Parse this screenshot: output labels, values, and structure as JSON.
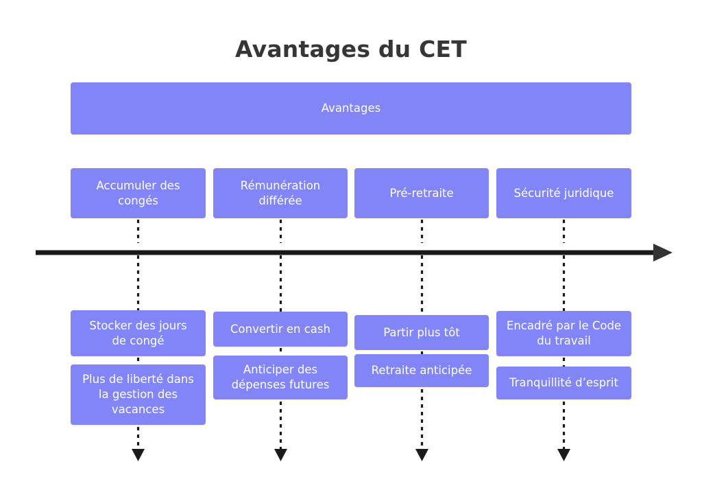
{
  "page": {
    "title": "Avantages du CET",
    "background_color": "#ffffff",
    "title_color": "#363636"
  },
  "theme": {
    "node_fill": "#8285f7",
    "node_text": "#ffffff",
    "node_shadow": "#fdf6d8",
    "line_color": "#1a1a1a"
  },
  "diagram": {
    "type": "timeline-tree",
    "root": {
      "label": "Avantages"
    },
    "timeline": {
      "orientation": "horizontal",
      "direction": "right",
      "has_arrowhead": true
    },
    "columns": [
      {
        "id": "col-accumuler-des-conges",
        "tier1": {
          "label": "Accumuler des\ncongés"
        },
        "tier2": [
          {
            "label": "Stocker des jours\nde congé"
          },
          {
            "label": "Plus de liberté dans\nla gestion des\nvacances"
          }
        ],
        "connector_down_arrow": true
      },
      {
        "id": "col-remuneration-differee",
        "tier1": {
          "label": "Rémunération\ndifférée"
        },
        "tier2": [
          {
            "label": "Convertir en cash"
          },
          {
            "label": "Anticiper des\ndépenses futures"
          }
        ],
        "connector_down_arrow": true
      },
      {
        "id": "col-pre-retraite",
        "tier1": {
          "label": "Pré-retraite"
        },
        "tier2": [
          {
            "label": "Partir plus tôt"
          },
          {
            "label": "Retraite anticipée"
          }
        ],
        "connector_down_arrow": true
      },
      {
        "id": "col-securite-juridique",
        "tier1": {
          "label": "Sécurité juridique"
        },
        "tier2": [
          {
            "label": "Encadré par le Code\ndu travail"
          },
          {
            "label": "Tranquillité d’esprit"
          }
        ],
        "connector_down_arrow": true
      }
    ]
  }
}
